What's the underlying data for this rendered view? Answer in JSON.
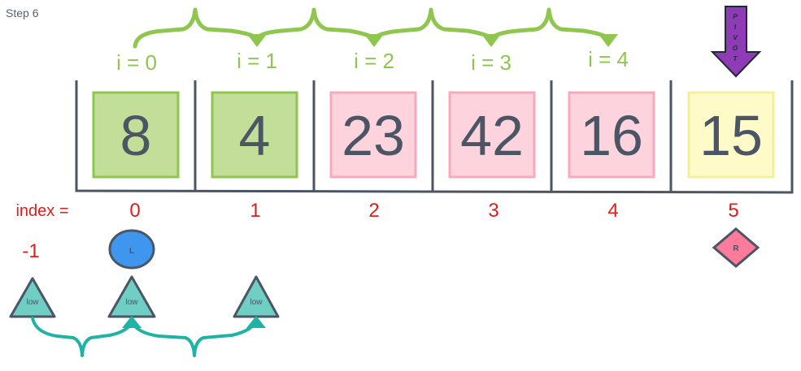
{
  "step_label": "Step 6",
  "colors": {
    "green_fill": "#c3de98",
    "green_stroke": "#8fc64e",
    "pink_fill": "#fdd4dd",
    "pink_stroke": "#f8a9bb",
    "yellow_fill": "#fffbc8",
    "yellow_stroke": "#f4ef9a",
    "bracket_green": "#8fc64e",
    "index_red": "#e31b1b",
    "teal_fill": "#6fcfc5",
    "teal_bracket": "#1fb3a5",
    "purple": "#8e3bb5",
    "blue": "#3f96ef",
    "rose": "#ff7b9b",
    "outline_dark": "#4b5563"
  },
  "array": [
    {
      "value": "8",
      "status": "green"
    },
    {
      "value": "4",
      "status": "green"
    },
    {
      "value": "23",
      "status": "pink"
    },
    {
      "value": "42",
      "status": "pink"
    },
    {
      "value": "16",
      "status": "pink"
    },
    {
      "value": "15",
      "status": "yellow"
    }
  ],
  "i_labels": [
    "i = 0",
    "i = 1",
    "i = 2",
    "i = 3",
    "i = 4"
  ],
  "index_prefix": "index =",
  "indices": [
    "0",
    "1",
    "2",
    "3",
    "4",
    "5"
  ],
  "minus_one": "-1",
  "pivot_letters": [
    "P",
    "I",
    "V",
    "O",
    "T"
  ],
  "left_marker": "L",
  "right_marker": "R",
  "low_labels": [
    "low",
    "low",
    "low"
  ]
}
